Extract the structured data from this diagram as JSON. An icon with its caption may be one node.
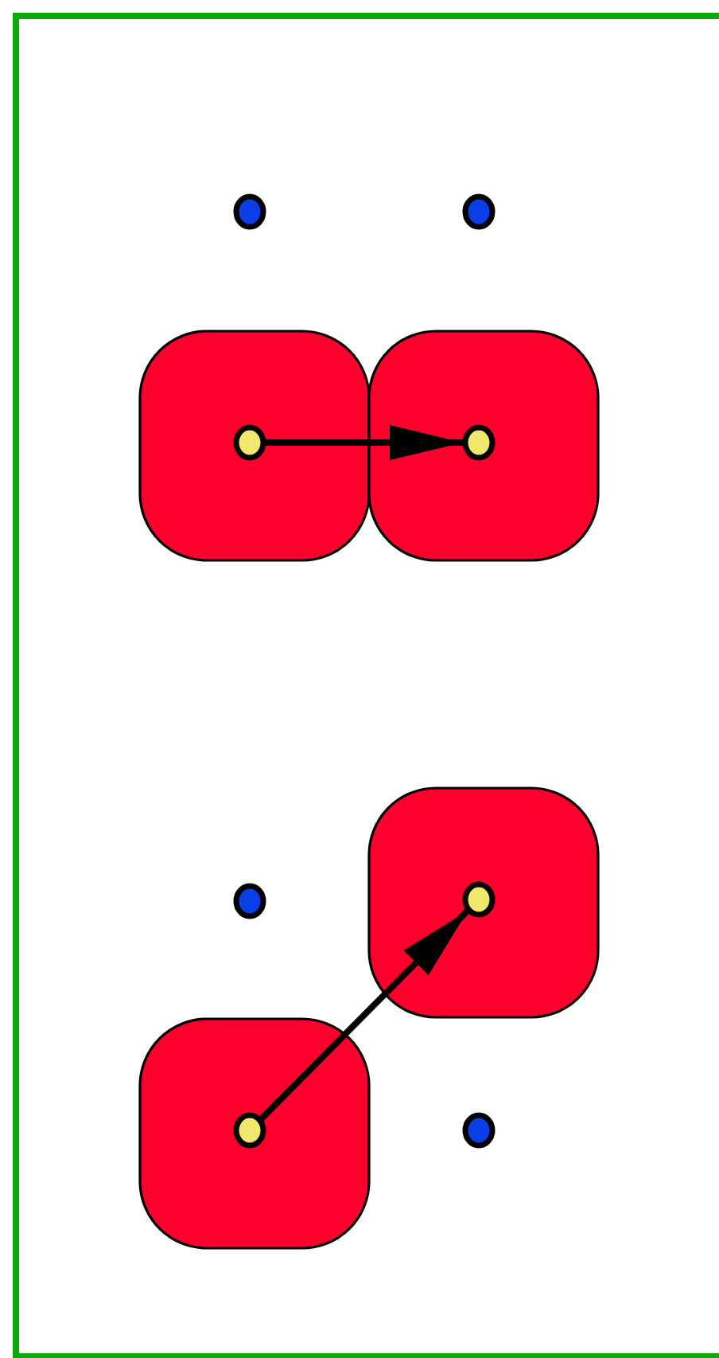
{
  "diagram": {
    "nodes": [
      {
        "text": [],
        "shape": "circle"
      },
      {
        "text": [],
        "shape": "circle"
      },
      {
        "text": [],
        "shape": "box"
      },
      {
        "text": [],
        "shape": "circle",
        "in": 2
      },
      {
        "text": [],
        "shape": "box"
      },
      {
        "text": [],
        "shape": "circle",
        "in": 4
      },
      {
        "text": [],
        "shape": "circle"
      },
      {
        "text": [],
        "shape": "box"
      },
      {
        "text": [],
        "shape": "circle",
        "in": 7
      },
      {
        "text": [],
        "shape": "box"
      },
      {
        "text": [],
        "shape": "circle",
        "in": 9
      },
      {
        "text": [],
        "shape": "circle"
      }
    ],
    "edges": [
      {
        "from": 3,
        "to": 5,
        "arrow": "to"
      },
      {
        "from": 10,
        "to": 8,
        "arrow": "to"
      }
    ]
  }
}
